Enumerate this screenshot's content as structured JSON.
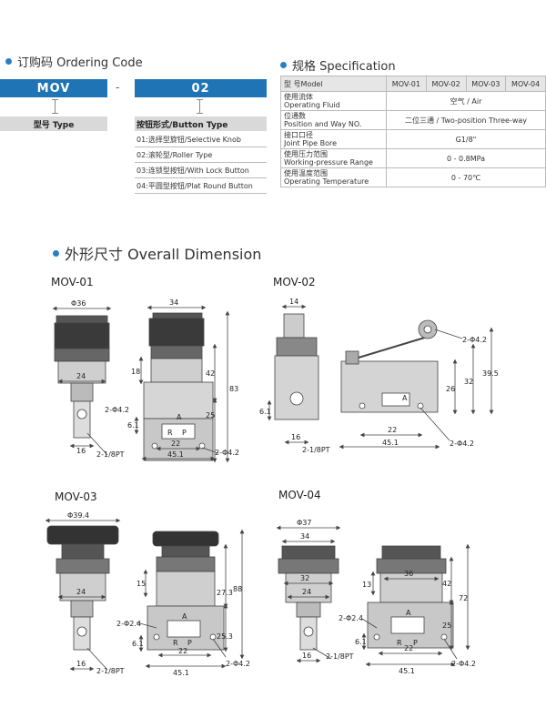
{
  "ordering": {
    "title": "订购码 Ordering Code",
    "code_model": "MOV",
    "separator": "-",
    "code_button": "02",
    "type_label": "型号 Type",
    "button_label": "按钮形式/Button Type",
    "options": [
      "01:选择型旋钮/Selective Knob",
      "02:滚轮型/Roller Type",
      "03:连锁型按钮/With Lock Button",
      "04:平圆型按钮/Plat Round Button"
    ]
  },
  "spec": {
    "title": "规格 Specification",
    "header_label": "型 号Model",
    "models": [
      "MOV-01",
      "MOV-02",
      "MOV-03",
      "MOV-04"
    ],
    "rows": [
      {
        "label_cn": "使用流体",
        "label_en": "Operating Fluid",
        "value": "空气 / Air"
      },
      {
        "label_cn": "位通数",
        "label_en": "Position and Way NO.",
        "value": "二位三通 / Two-position Three-way"
      },
      {
        "label_cn": "接口口径",
        "label_en": "Joint Pipe Bore",
        "value": "G1/8\""
      },
      {
        "label_cn": "使用压力范围",
        "label_en": "Working-pressure Range",
        "value": "0 - 0.8MPa"
      },
      {
        "label_cn": "使用温度范围",
        "label_en": "Operating Temperature",
        "value": "0 - 70℃"
      }
    ]
  },
  "dimension": {
    "title": "外形尺寸 Overall Dimension",
    "mov01": {
      "name": "MOV-01",
      "dims": {
        "d36": "Φ36",
        "w24": "24",
        "w16": "16",
        "pt": "2-1/8PT",
        "w34": "34",
        "h18": "18",
        "h42": "42",
        "h83": "83",
        "h25": "25",
        "h61": "6.1",
        "w22": "22",
        "w451": "45.1",
        "hole1": "2-Φ4.2",
        "hole2": "2-Φ4.2"
      }
    },
    "mov02": {
      "name": "MOV-02",
      "dims": {
        "w14": "14",
        "w16": "16",
        "pt": "2-1/8PT",
        "h61": "6.1",
        "hole1": "2-Φ4.2",
        "h26": "26",
        "h32": "32",
        "h395": "39.5",
        "w22": "22",
        "w451": "45.1",
        "hole2": "2-Φ4.2"
      }
    },
    "mov03": {
      "name": "MOV-03",
      "dims": {
        "d394": "Φ39.4",
        "w24": "24",
        "w16": "16",
        "pt": "2-1/8PT",
        "h15": "15",
        "h273": "27.3",
        "h88": "88",
        "h253": "25.3",
        "hole1": "2-Φ2.4",
        "h61": "6.1",
        "w22": "22",
        "w451": "45.1",
        "hole2": "2-Φ4.2"
      }
    },
    "mov04": {
      "name": "MOV-04",
      "dims": {
        "d37": "Φ37",
        "w34": "34",
        "w32": "32",
        "w24": "24",
        "w16": "16",
        "pt": "2-1/8PT",
        "w36": "36",
        "h13": "13",
        "h42": "42",
        "h72": "72",
        "h25": "25",
        "hole1": "2-Φ2.4",
        "h61": "6.1",
        "w22": "22",
        "w451": "45.1",
        "hole2": "2-Φ4.2"
      }
    },
    "port_letters": {
      "a": "A",
      "r": "R",
      "p": "P"
    }
  },
  "colors": {
    "accent": "#1f74b6",
    "line": "#444444",
    "body": "#c8c8c8",
    "dark": "#333333"
  }
}
